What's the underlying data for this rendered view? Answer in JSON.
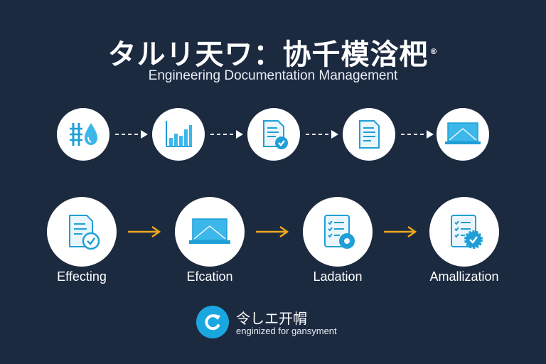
{
  "header": {
    "title": "タルリ天ワ：协千模浛杷",
    "registered_mark": "®",
    "subtitle": "Engineering Documentation Management"
  },
  "row1": {
    "icons": [
      "ruler-drop-icon",
      "bar-chart-icon",
      "checked-document-icon",
      "document-icon",
      "laptop-icon"
    ],
    "arrow_style": "dashed",
    "arrow_color": "#ffffff"
  },
  "row2": {
    "steps": [
      {
        "label": "Effecting",
        "icon": "checked-document-icon"
      },
      {
        "label": "Efcation",
        "icon": "laptop-icon"
      },
      {
        "label": "Ladation",
        "icon": "checklist-badge-icon"
      },
      {
        "label": "Amallization",
        "icon": "checklist-gear-icon"
      }
    ],
    "arrow_color": "#f0a81c"
  },
  "footer": {
    "title": "令しエ开㡌",
    "subtitle": "enginized for gansyment",
    "logo_icon": "refresh-c-icon"
  },
  "colors": {
    "background": "#1c2a40",
    "accent_blue": "#3bb7ea",
    "arrow_orange": "#f0a81c",
    "circle_fill": "#ffffff"
  }
}
